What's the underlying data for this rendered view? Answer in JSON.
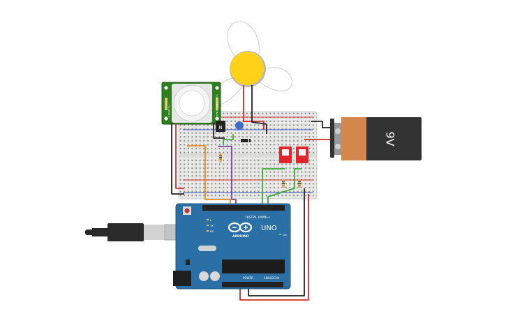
{
  "battery": {
    "label": "9V"
  },
  "pir_sensor": {
    "pin_labels": [
      "HC-SR501",
      "GND",
      "OUT",
      "VCC"
    ]
  },
  "transistor": {
    "label": "N"
  },
  "arduino": {
    "brand": "ARDUINO",
    "model": "UNO",
    "digital_header_label": "DIGITAL (PWM~)",
    "power_header_label": "POWER",
    "analog_header_label": "ANALOG IN",
    "tx_label": "TX",
    "rx_label": "RX",
    "l_label": "L",
    "on_label": "ON"
  },
  "colors": {
    "breadboard": "#e8e8e6",
    "arduino_board": "#2a6fa6",
    "pir_board": "#2e7d1e",
    "fan_hub": "#ffd21a",
    "battery_body": "#333333",
    "battery_label_band": "#d4874d",
    "dip_switch": "#e0252c",
    "wire_red": "#d42a2a",
    "wire_black": "#222222",
    "wire_orange": "#e8891c",
    "wire_purple": "#7a3fa8",
    "wire_green": "#3aa83a",
    "usb_cable": "#2a2a2a"
  }
}
